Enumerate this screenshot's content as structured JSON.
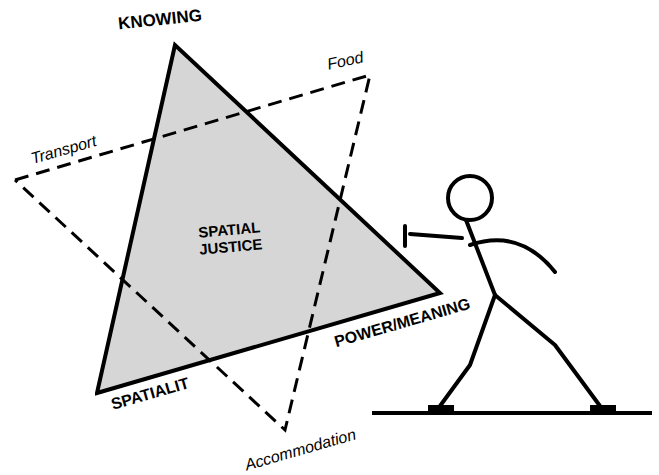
{
  "diagram": {
    "nodes": [
      {
        "text": [
          "SPATIAL JUSTICE"
        ]
      }
    ],
    "labels": [
      "KNOWING",
      "Food",
      "Transport",
      "POWER/MEANING",
      "SPATIALIT",
      "Accommodation"
    ]
  }
}
